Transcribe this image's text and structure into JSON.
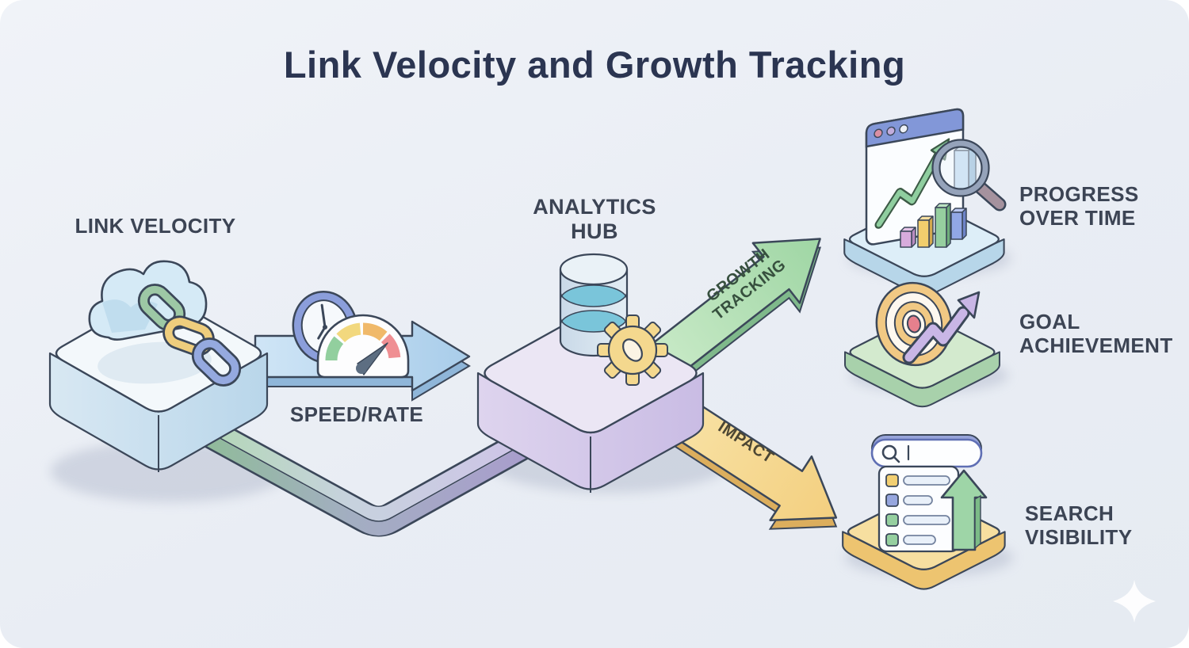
{
  "title": "Link Velocity and Growth Tracking",
  "nodes": {
    "link_velocity": {
      "label": "LINK VELOCITY"
    },
    "speed_rate": {
      "label": "SPEED/RATE"
    },
    "analytics_hub": {
      "label": "ANALYTICS\nHUB"
    },
    "progress_over_time": {
      "label": "PROGRESS\nOVER TIME"
    },
    "goal_achievement": {
      "label": "GOAL\nACHIEVEMENT"
    },
    "search_visibility": {
      "label": "SEARCH\nVISIBILITY"
    }
  },
  "edges": {
    "growth_tracking": {
      "label": "GROWTH\nTRACKING"
    },
    "impact": {
      "label": "IMPACT"
    }
  },
  "icons": {
    "link_velocity": [
      "cloud-icon",
      "chain-links-icon"
    ],
    "speed_rate": [
      "stopwatch-icon",
      "speed-gauge-icon"
    ],
    "analytics_hub": [
      "database-icon",
      "gear-icon"
    ],
    "progress_over_time": [
      "browser-chart-icon",
      "bar-chart-icon",
      "magnifier-icon"
    ],
    "goal_achievement": [
      "target-icon",
      "zigzag-arrow-icon"
    ],
    "search_visibility": [
      "search-bar-icon",
      "results-list-icon",
      "rank-up-arrow-icon"
    ],
    "decoration": [
      "sparkle-icon"
    ]
  },
  "colors": {
    "background": "#e9edf4",
    "title_text": "#2b3551",
    "label_text": "#3c4454",
    "outline": "#3b4759",
    "arrow_blue": "#bcd9ef",
    "arrow_green": "#a5d8aa",
    "arrow_yellow": "#f5d488",
    "ribbon_green": "#b2d8b4",
    "ribbon_purple": "#cfc3e8",
    "box_blue_top": "#f3f8fb",
    "hub_purple_top": "#ebe6f4",
    "platform_blue": "#ddeef8",
    "platform_green": "#d3eace",
    "platform_yellow": "#f7dfa0"
  }
}
